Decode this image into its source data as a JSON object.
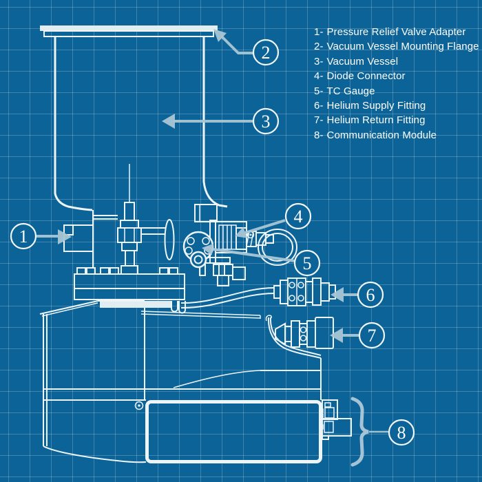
{
  "figure": {
    "kind": "technical blueprint diagram",
    "subject": "cryogenic vacuum pump assembly with numbered callouts"
  },
  "colors": {
    "background": "#0b6397",
    "grid_line": "rgba(255,255,255,0.22)",
    "drawing_line": "#eef5f8",
    "callout_arrow": "#a9c6d5",
    "text": "#ffffff"
  },
  "callouts": [
    "1",
    "2",
    "3",
    "4",
    "5",
    "6",
    "7",
    "8"
  ],
  "legend": {
    "items": [
      {
        "num": "1-",
        "label": "Pressure Relief Valve Adapter"
      },
      {
        "num": "2-",
        "label": "Vacuum Vessel Mounting Flange"
      },
      {
        "num": "3-",
        "label": "Vacuum Vessel"
      },
      {
        "num": "4-",
        "label": "Diode Connector"
      },
      {
        "num": "5-",
        "label": "TC Gauge"
      },
      {
        "num": "6-",
        "label": "Helium Supply Fitting"
      },
      {
        "num": "7-",
        "label": "Helium Return Fitting"
      },
      {
        "num": "8-",
        "label": "Communication Module"
      }
    ]
  }
}
